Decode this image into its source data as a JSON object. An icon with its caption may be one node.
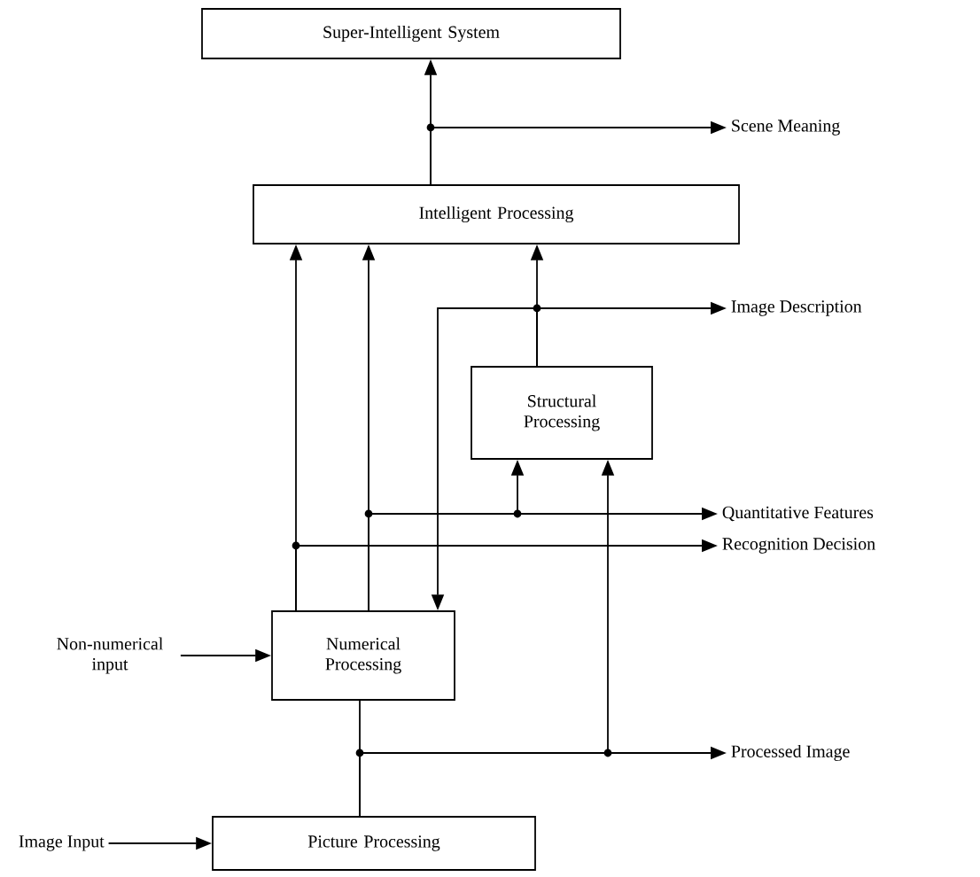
{
  "diagram": {
    "nodes": [
      {
        "text": [
          "Super-Intelligent System"
        ]
      },
      {
        "text": [
          "Scene Meaning"
        ]
      },
      {
        "text": [
          "Intelligent Processing"
        ]
      },
      {
        "text": [
          "Image Description"
        ]
      },
      {
        "text": [
          "Structural Processing"
        ]
      },
      {
        "text": [
          "Quantitative Features"
        ]
      },
      {
        "text": [
          "Recognition Decision"
        ]
      },
      {
        "text": [
          "Non-numerical input"
        ]
      },
      {
        "text": [
          "Numerical Processing"
        ]
      },
      {
        "text": [
          "Processed Image"
        ]
      },
      {
        "text": [
          "Image Input"
        ]
      },
      {
        "text": [
          "Picture Processing"
        ]
      }
    ],
    "edges": [
      {
        "from": 2,
        "to": 0,
        "arrow": "to"
      },
      {
        "from": 2,
        "to": 1,
        "arrow": "to"
      },
      {
        "from": 8,
        "to": 2,
        "arrow": "to"
      },
      {
        "from": 8,
        "to": 6,
        "arrow": "to"
      },
      {
        "from": 8,
        "to": 2,
        "arrow": "to"
      },
      {
        "from": 8,
        "to": 5,
        "arrow": "to"
      },
      {
        "from": 8,
        "to": 4,
        "arrow": "to"
      },
      {
        "from": 4,
        "to": 2,
        "arrow": "to"
      },
      {
        "from": 4,
        "to": 3,
        "arrow": "to"
      },
      {
        "from": 4,
        "to": 8,
        "arrow": "to"
      },
      {
        "from": 7,
        "to": 8,
        "arrow": "to"
      },
      {
        "from": 11,
        "to": 8,
        "arrow": "none"
      },
      {
        "from": 11,
        "to": 9,
        "arrow": "to"
      },
      {
        "from": 11,
        "to": 4,
        "arrow": "to"
      },
      {
        "from": 10,
        "to": 11,
        "arrow": "to"
      }
    ]
  }
}
